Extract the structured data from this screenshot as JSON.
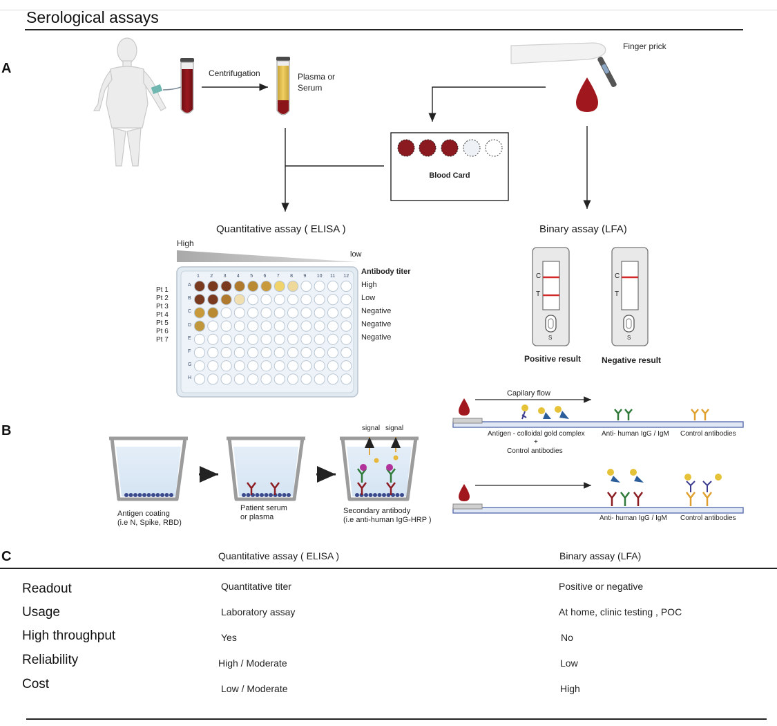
{
  "title": "Serological assays",
  "panels": {
    "a": "A",
    "b": "B",
    "c": "C"
  },
  "panel_a": {
    "centrifugation": "Centrifugation",
    "plasma_line1": "Plasma or",
    "plasma_line2": "Serum",
    "finger_prick": "Finger prick",
    "blood_card": "Blood Card",
    "elisa_title": "Quantitative assay ( ELISA )",
    "lfa_title": "Binary assay (LFA)",
    "high": "High",
    "low": "low",
    "patients": [
      "Pt 1",
      "Pt 2",
      "Pt 3",
      "Pt 4",
      "Pt 5",
      "Pt 6",
      "Pt 7"
    ],
    "plate_columns": [
      "1",
      "2",
      "3",
      "4",
      "5",
      "6",
      "7",
      "8",
      "9",
      "10",
      "11",
      "12"
    ],
    "plate_rows": [
      "A",
      "B",
      "C",
      "D",
      "E",
      "F",
      "G",
      "H"
    ],
    "titer_header": "Antibody titer",
    "titer_values": [
      "High",
      "Low",
      "Negative",
      "Negative",
      "Negative"
    ],
    "strip_c": "C",
    "strip_t": "T",
    "strip_s": "S",
    "positive_result": "Positive result",
    "negative_result": "Negative result",
    "colors": {
      "blood": "#a0171d",
      "dark_well": "#7a3a1f",
      "gold_well": "#c99a3c",
      "pale_well": "#eed89a",
      "line_red": "#d12a2a"
    }
  },
  "panel_b": {
    "antigen_coating": "Antigen coating",
    "antigen_coating_sub": "(i.e N, Spike, RBD)",
    "patient_serum": "Patient serum",
    "patient_serum_sub": "or plasma",
    "secondary_antibody": "Secondary antibody",
    "secondary_antibody_sub": "(i.e anti-human IgG-HRP )",
    "signal_1": "signal",
    "signal_2": "signal",
    "capillary_flow": "Capilary flow",
    "antigen_complex": "Antigen - colloidal gold complex",
    "plus": "+",
    "control_antibodies_sub": "Control antibodies",
    "anti_human_1": "Anti- human IgG / IgM",
    "control_antibodies_1": "Control antibodies",
    "anti_human_2": "Anti- human IgG / IgM",
    "control_antibodies_2": "Control antibodies"
  },
  "comparison_table": {
    "columns": [
      "Quantitative assay ( ELISA )",
      "Binary assay (LFA)"
    ],
    "rows": [
      {
        "label": "Readout",
        "elisa": "Quantitative titer",
        "lfa": "Positive or negative"
      },
      {
        "label": "Usage",
        "elisa": "Laboratory assay",
        "lfa": "At home,  clinic testing , POC"
      },
      {
        "label": "High throughput",
        "elisa": "Yes",
        "lfa": "No"
      },
      {
        "label": "Reliability",
        "elisa": "High / Moderate",
        "lfa": "Low"
      },
      {
        "label": "Cost",
        "elisa": "Low / Moderate",
        "lfa": "High"
      }
    ]
  }
}
